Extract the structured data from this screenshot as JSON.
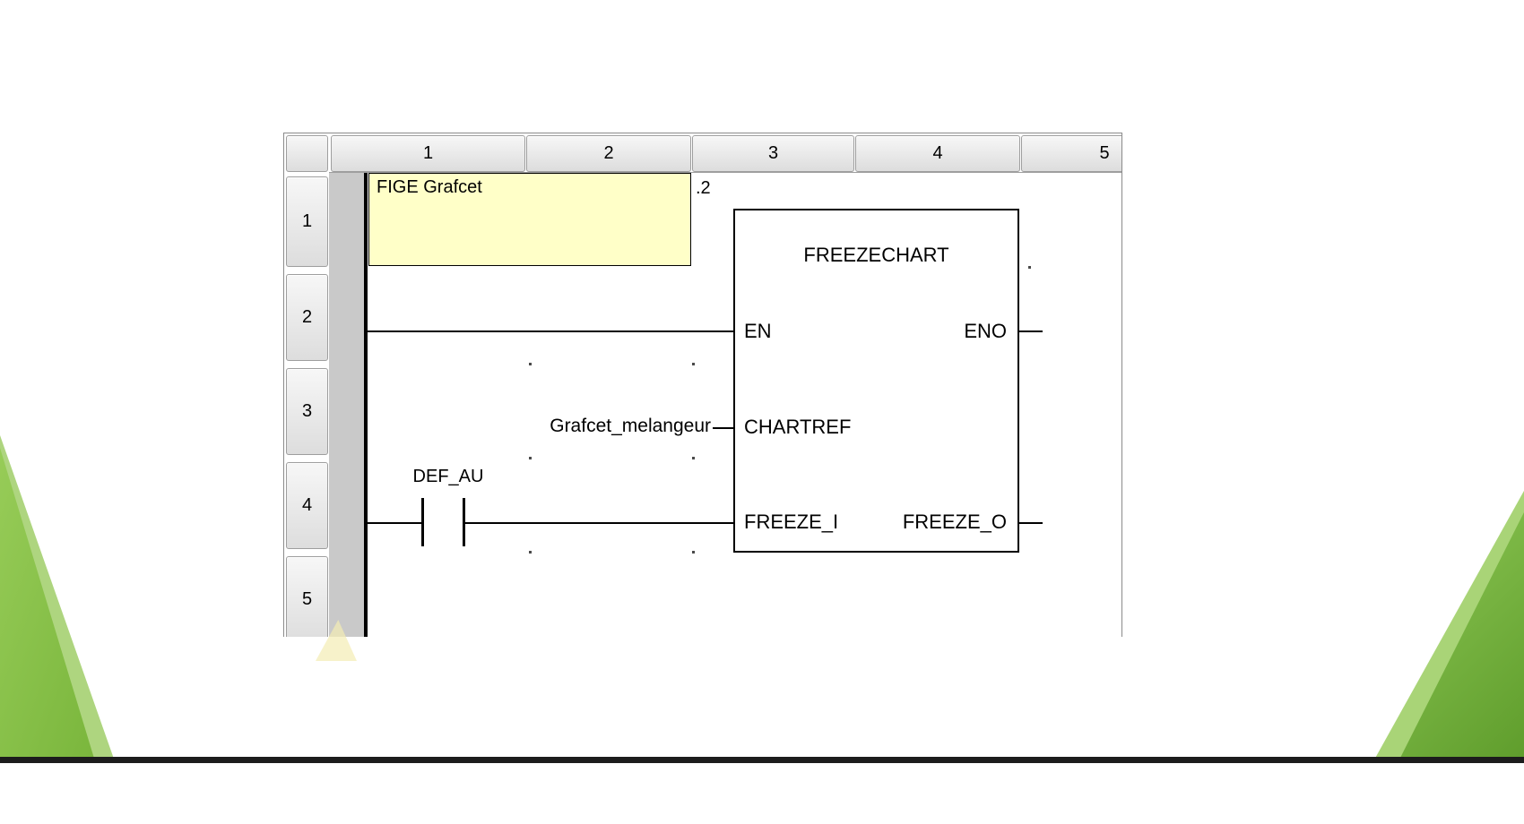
{
  "decor": {
    "green_primary": "#8CC63F",
    "green_dark": "#5F9D2C",
    "green_light": "#AED57F",
    "bottom_bar_color": "#1C1C1C"
  },
  "editor": {
    "column_headers": [
      "1",
      "2",
      "3",
      "4",
      "5"
    ],
    "row_headers": [
      "1",
      "2",
      "3",
      "4",
      "5"
    ],
    "comment_box": {
      "text": "FIGE Grafcet",
      "background": "#FFFFC8"
    },
    "instance_label": ".2",
    "function_block": {
      "title": "FREEZECHART",
      "pins": {
        "en": "EN",
        "eno": "ENO",
        "chartref": "CHARTREF",
        "freeze_i": "FREEZE_I",
        "freeze_o": "FREEZE_O"
      }
    },
    "operand": "Grafcet_melangeur",
    "contact": {
      "label": "DEF_AU"
    }
  }
}
